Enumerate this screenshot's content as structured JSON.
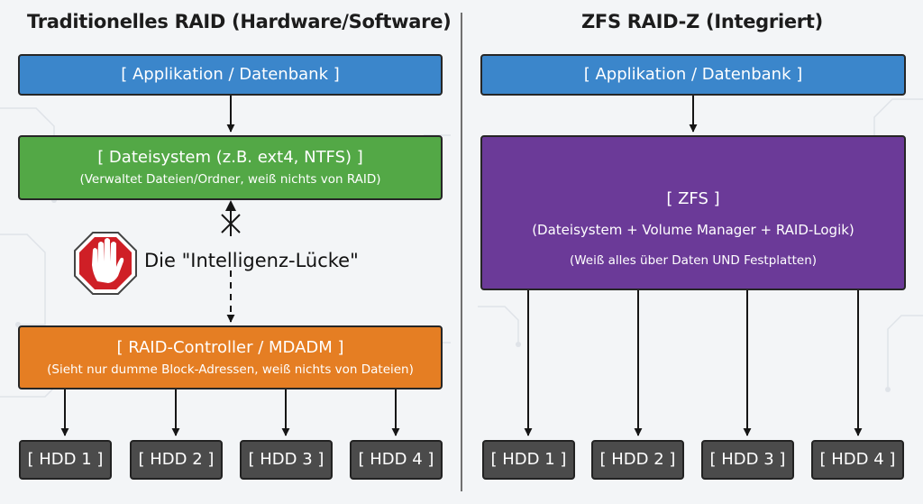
{
  "colors": {
    "blue": "#3b86cb",
    "green": "#53a846",
    "orange": "#e57e23",
    "purple": "#6b3a98",
    "hdd": "#4b4b4b",
    "stop": "#cf1f26"
  },
  "left": {
    "title": "Traditionelles RAID (Hardware/Software)",
    "app": "[ Applikation / Datenbank ]",
    "fs_title": "[ Dateisystem (z.B. ext4, NTFS) ]",
    "fs_sub": "(Verwaltet Dateien/Ordner, weiß nichts von RAID)",
    "gap_label": "Die \"Intelligenz-Lücke\"",
    "raid_title": "[ RAID-Controller / MDADM ]",
    "raid_sub": "(Sieht nur dumme Block-Adressen, weiß nichts von Dateien)",
    "hdds": [
      "[ HDD 1 ]",
      "[ HDD 2 ]",
      "[ HDD 3 ]",
      "[ HDD 4 ]"
    ]
  },
  "right": {
    "title": "ZFS RAID-Z (Integriert)",
    "app": "[ Applikation / Datenbank ]",
    "zfs_title": "[ ZFS ]",
    "zfs_sub1": "(Dateisystem + Volume Manager + RAID-Logik)",
    "zfs_sub2": "(Weiß alles über Daten UND Festplatten)",
    "hdds": [
      "[ HDD 1 ]",
      "[ HDD 2 ]",
      "[ HDD 3 ]",
      "[ HDD 4 ]"
    ]
  }
}
